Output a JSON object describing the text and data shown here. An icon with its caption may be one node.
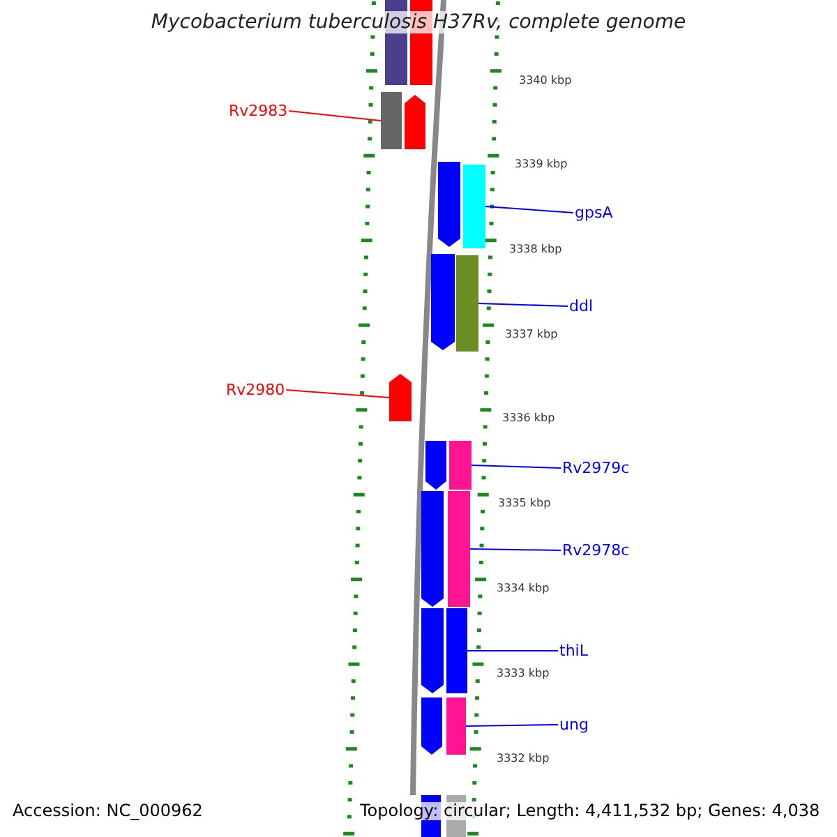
{
  "diagram": {
    "title": "Mycobacterium tuberculosis H37Rv, complete genome",
    "nodes": [
      {
        "text": [],
        "shape": "bar"
      },
      {
        "text": [],
        "shape": "bar"
      },
      {
        "text": [
          "Rv2983"
        ]
      },
      {
        "text": [],
        "shape": "bar"
      },
      {
        "text": [],
        "shape": "bar"
      },
      {
        "text": [],
        "shape": "bar"
      },
      {
        "text": [],
        "shape": "bar"
      },
      {
        "text": [
          "gpsA"
        ]
      },
      {
        "text": [],
        "shape": "bar"
      },
      {
        "text": [],
        "shape": "bar"
      },
      {
        "text": [
          "ddl"
        ]
      },
      {
        "text": [
          "Rv2980"
        ]
      },
      {
        "text": [],
        "shape": "bar"
      },
      {
        "text": [],
        "shape": "bar"
      },
      {
        "text": [],
        "shape": "bar"
      },
      {
        "text": [
          "Rv2979c"
        ]
      },
      {
        "text": [],
        "shape": "bar"
      },
      {
        "text": [],
        "shape": "bar"
      },
      {
        "text": [
          "Rv2978c"
        ]
      },
      {
        "text": [],
        "shape": "bar"
      },
      {
        "text": [],
        "shape": "bar"
      },
      {
        "text": [
          "thiL"
        ]
      },
      {
        "text": [],
        "shape": "bar"
      },
      {
        "text": [],
        "shape": "bar"
      },
      {
        "text": [
          "ung"
        ]
      },
      {
        "text": [],
        "shape": "bar"
      },
      {
        "text": [],
        "shape": "bar"
      }
    ],
    "edges": [
      {
        "from": 2,
        "to": 3,
        "arrow": "none",
        "color": "#ff0000"
      },
      {
        "from": 7,
        "to": 6,
        "arrow": "none",
        "color": "#0000ff"
      },
      {
        "from": 10,
        "to": 9,
        "arrow": "none",
        "color": "#0000ff"
      },
      {
        "from": 11,
        "to": 12,
        "arrow": "none",
        "color": "#ff0000"
      },
      {
        "from": 15,
        "to": 14,
        "arrow": "none",
        "color": "#0000ff"
      },
      {
        "from": 18,
        "to": 17,
        "arrow": "none",
        "color": "#0000ff"
      },
      {
        "from": 21,
        "to": 20,
        "arrow": "none",
        "color": "#0000ff"
      },
      {
        "from": 24,
        "to": 23,
        "arrow": "none",
        "color": "#0000ff"
      }
    ],
    "labels": [
      "3340 kbp",
      "3339 kbp",
      "3338 kbp",
      "3337 kbp",
      "3336 kbp",
      "3335 kbp",
      "3334 kbp",
      "3333 kbp",
      "3332 kbp",
      "Accession: NC_000962",
      "Topology: circular; Length: 4,411,532 bp; Genes: 4,038"
    ]
  }
}
